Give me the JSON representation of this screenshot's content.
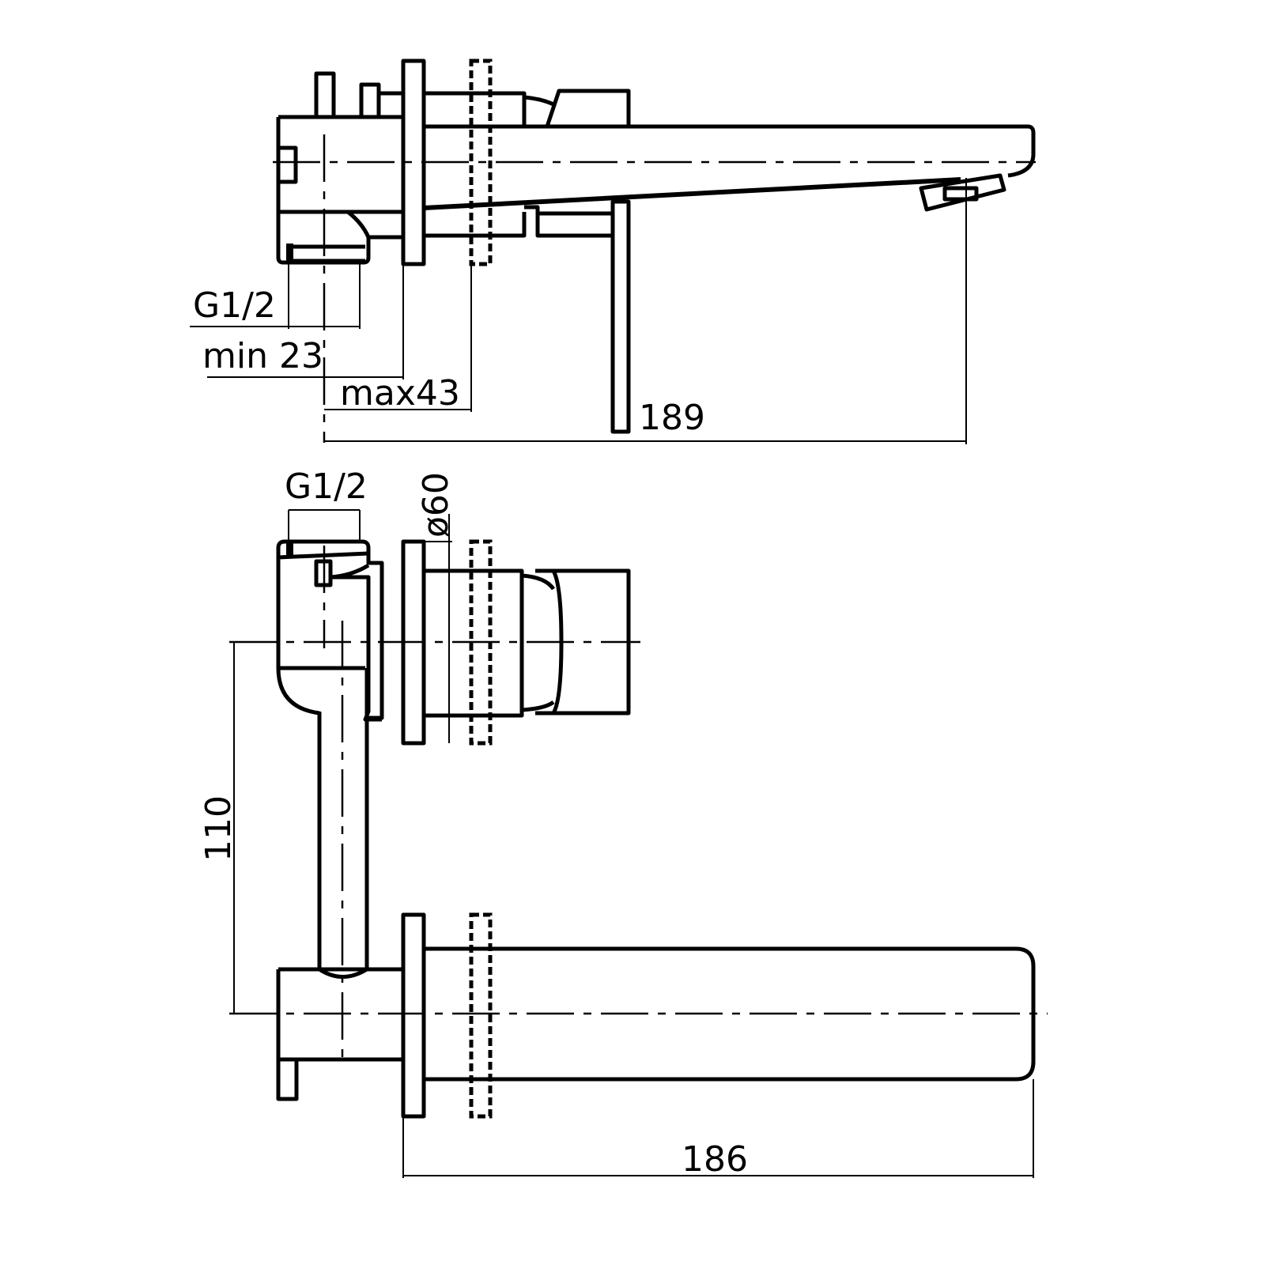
{
  "drawing": {
    "top_view": {
      "dim_inlet": "G1/2",
      "dim_min_depth": "min 23",
      "dim_max_depth": "max43",
      "dim_spout_reach": "189"
    },
    "front_view": {
      "dim_inlet": "G1/2",
      "dim_diameter": "ø60",
      "dim_centers": "110",
      "dim_spout_length": "186"
    }
  }
}
